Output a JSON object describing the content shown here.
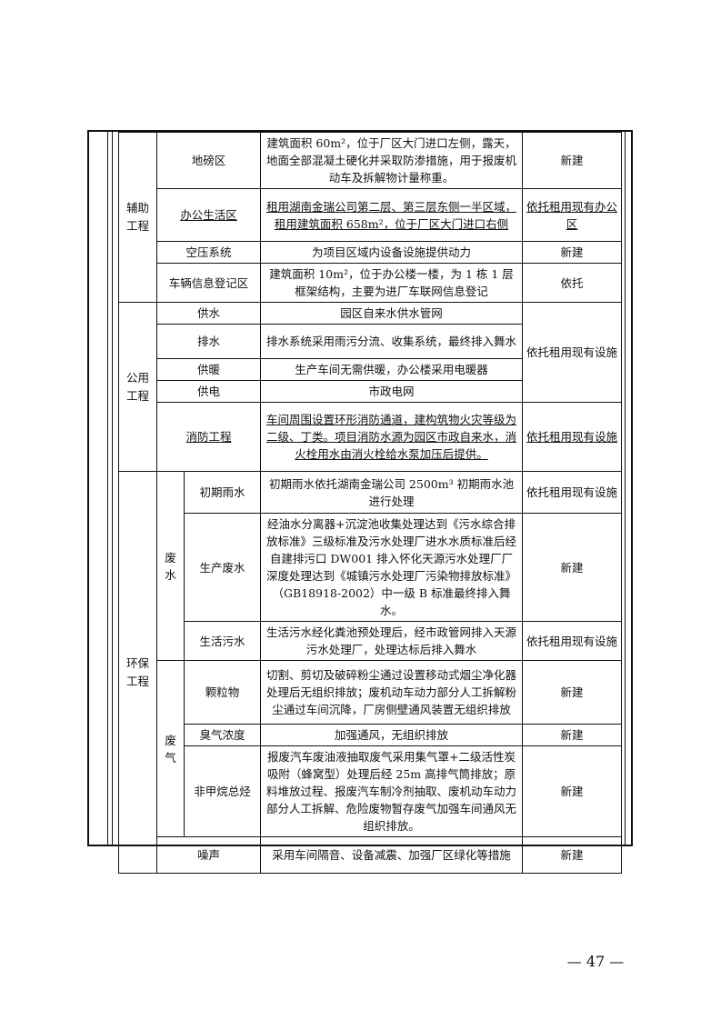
{
  "rows": {
    "fz": {
      "cat": "辅助\n工程",
      "dibang": {
        "name": "地磅区",
        "desc": "建筑面积 60m²，位于厂区大门进口左侧，露天，地面全部混凝土硬化并采取防渗措施，用于报废机动车及拆解物计量称重。",
        "status": "新建"
      },
      "office": {
        "name": "办公生活区",
        "desc": "租用湖南金瑞公司第二层、第三层东侧一半区域，租用建筑面积 658m²，位于厂区大门进口右侧",
        "status": "依托租用现有办公区"
      },
      "air": {
        "name": "空压系统",
        "desc": "为项目区域内设备设施提供动力",
        "status": "新建"
      },
      "vehicle": {
        "name": "车辆信息登记区",
        "desc": "建筑面积 10m²，位于办公楼一楼，为 1 栋 1 层框架结构，主要为进厂车联网信息登记",
        "status": "依托"
      }
    },
    "gy": {
      "cat": "公用\n工程",
      "water": {
        "name": "供水",
        "desc": "园区自来水供水管网"
      },
      "drain": {
        "name": "排水",
        "desc": "排水系统采用雨污分流、收集系统，最终排入舞水"
      },
      "heat": {
        "name": "供暖",
        "desc": "生产车间无需供暖，办公楼采用电暖器"
      },
      "power": {
        "name": "供电",
        "desc": "市政电网"
      },
      "shared_status": "依托租用现有设施",
      "fire": {
        "name": "消防工程",
        "desc": "车间周围设置环形消防通道，建构筑物火灾等级为二级、丁类。项目消防水源为园区市政自来水，消火栓用水由消火栓给水泵加压后提供。",
        "status": "依托租用现有设施"
      }
    },
    "hb": {
      "cat": "环保\n工程",
      "fs": {
        "label": "废\n水",
        "rain": {
          "name": "初期雨水",
          "desc": "初期雨水依托湖南金瑞公司 2500m³ 初期雨水池进行处理",
          "status": "依托租用现有设施"
        },
        "prod": {
          "name": "生产废水",
          "desc": "经油水分离器+沉淀池收集处理达到《污水综合排放标准》三级标准及污水处理厂进水水质标准后经自建排污口 DW001 排入怀化天源污水处理厂厂深度处理达到《城镇污水处理厂污染物排放标准》（GB18918-2002）中一级 B 标准最终排入舞水。",
          "status": "新建"
        },
        "life": {
          "name": "生活污水",
          "desc": "生活污水经化粪池预处理后，经市政管网排入天源污水处理厂，处理达标后排入舞水",
          "status": "依托租用现有设施"
        }
      },
      "fq": {
        "label": "废\n气",
        "pm": {
          "name": "颗粒物",
          "desc": "切割、剪切及破碎粉尘通过设置移动式烟尘净化器处理后无组织排放；废机动车动力部分人工拆解粉尘通过车间沉降，厂房侧壁通风装置无组织排放",
          "status": "新建"
        },
        "odor": {
          "name": "臭气浓度",
          "desc": "加强通风，无组织排放",
          "status": "新建"
        },
        "nmhc": {
          "name": "非甲烷总烃",
          "desc": "报废汽车废油液抽取废气采用集气罩+二级活性炭吸附（蜂窝型）处理后经 25m 高排气筒排放；原料堆放过程、报废汽车制冷剂抽取、废机动车动力部分人工拆解、危险废物暂存废气加强车间通风无组织排放。",
          "status": "新建"
        }
      },
      "noise": {
        "name": "噪声",
        "desc": "采用车间隔音、设备减震、加强厂区绿化等措施",
        "status": "新建"
      }
    }
  },
  "page_number": "— 47 —"
}
